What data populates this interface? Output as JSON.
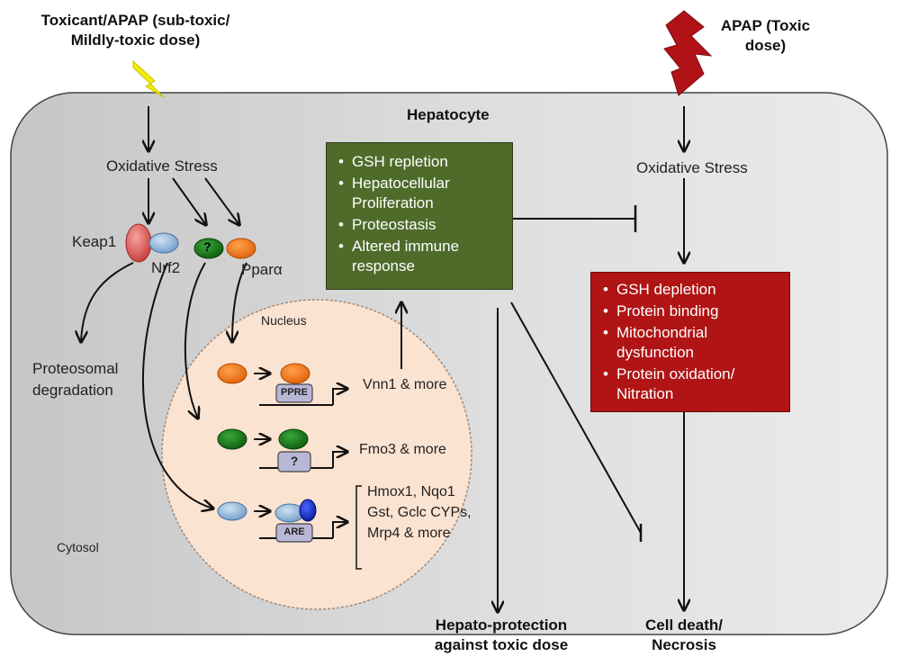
{
  "titles": {
    "toxicant_mild": "Toxicant/APAP (sub-toxic/ Mildly-toxic dose)",
    "apap_toxic": "APAP (Toxic dose)",
    "hepatocyte": "Hepatocyte",
    "nucleus": "Nucleus",
    "cytosol": "Cytosol"
  },
  "left_pathway": {
    "stress": "Oxidative Stress",
    "keap1": "Keap1",
    "nrf2": "Nrf2",
    "unknown_factor": "?",
    "ppara": "Pparα",
    "degradation": "Proteosomal degradation"
  },
  "nucleus_rows": [
    {
      "element": "PPRE",
      "genes": "Vnn1 & more"
    },
    {
      "element": "?",
      "genes": "Fmo3 & more"
    },
    {
      "element": "ARE",
      "genes": "Hmox1, Nqo1 Gst, Gclc CYPs, Mrp4 & more"
    }
  ],
  "protective_box": {
    "items": [
      "GSH repletion",
      "Hepatocellular Proliferation",
      "Proteostasis",
      "Altered immune response"
    ],
    "color": "#4e6b2a"
  },
  "right_pathway": {
    "stress": "Oxidative Stress"
  },
  "toxic_box": {
    "items": [
      "GSH depletion",
      "Protein binding",
      "Mitochondrial dysfunction",
      "Protein oxidation/ Nitration"
    ],
    "color": "#b01414"
  },
  "outcomes": {
    "protection": "Hepato-protection against toxic dose",
    "death": "Cell death/ Necrosis"
  },
  "colors": {
    "ppar_orange": "#f07a1c",
    "green_factor": "#1d7a1d",
    "nrf2_blue": "#8fb5d9",
    "keap1_red": "#e0605e",
    "coactivator_blue": "#1a2fc2",
    "lightning_yellow": "#f5ec00",
    "lightning_red": "#b01218",
    "cell_gray": "#d6d6d6",
    "nucleus_peach": "#fbe3d1"
  }
}
